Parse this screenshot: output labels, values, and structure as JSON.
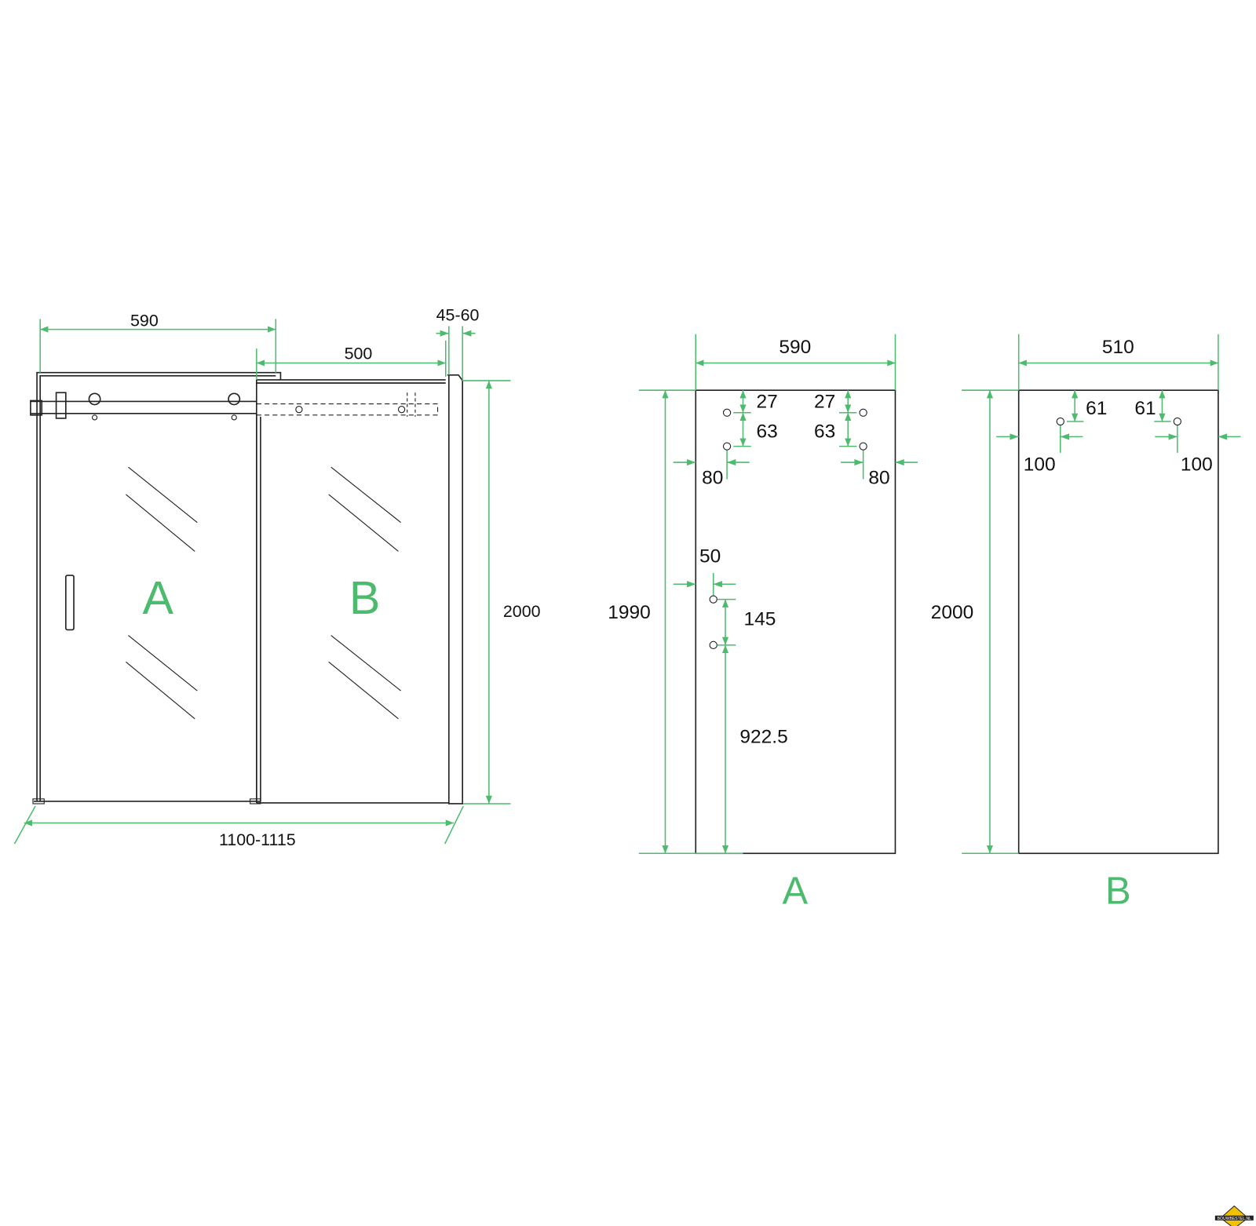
{
  "colors": {
    "dimension": "#4dbb6e",
    "outline": "#222222"
  },
  "overview": {
    "panel_a_label": "A",
    "panel_b_label": "B",
    "dim_a_width": "590",
    "dim_b_width": "500",
    "dim_wall_profile": "45-60",
    "dim_height": "2000",
    "dim_total_width": "1100-1115"
  },
  "panel_a": {
    "title": "A",
    "width": "590",
    "height": "1990",
    "top_hole_offset_left": "27",
    "hole_spacing_left": "63",
    "top_hole_offset_right": "27",
    "hole_spacing_right": "63",
    "edge_offset_left": "80",
    "edge_offset_right": "80",
    "handle_edge_offset": "50",
    "handle_hole_spacing": "145",
    "handle_bottom_offset": "922.5"
  },
  "panel_b": {
    "title": "B",
    "width": "510",
    "height": "2000",
    "top_hole_offset_left": "61",
    "top_hole_offset_right": "61",
    "edge_offset_left": "100",
    "edge_offset_right": "100"
  },
  "logo": {
    "text": "BOUWBESTEL.NL"
  }
}
